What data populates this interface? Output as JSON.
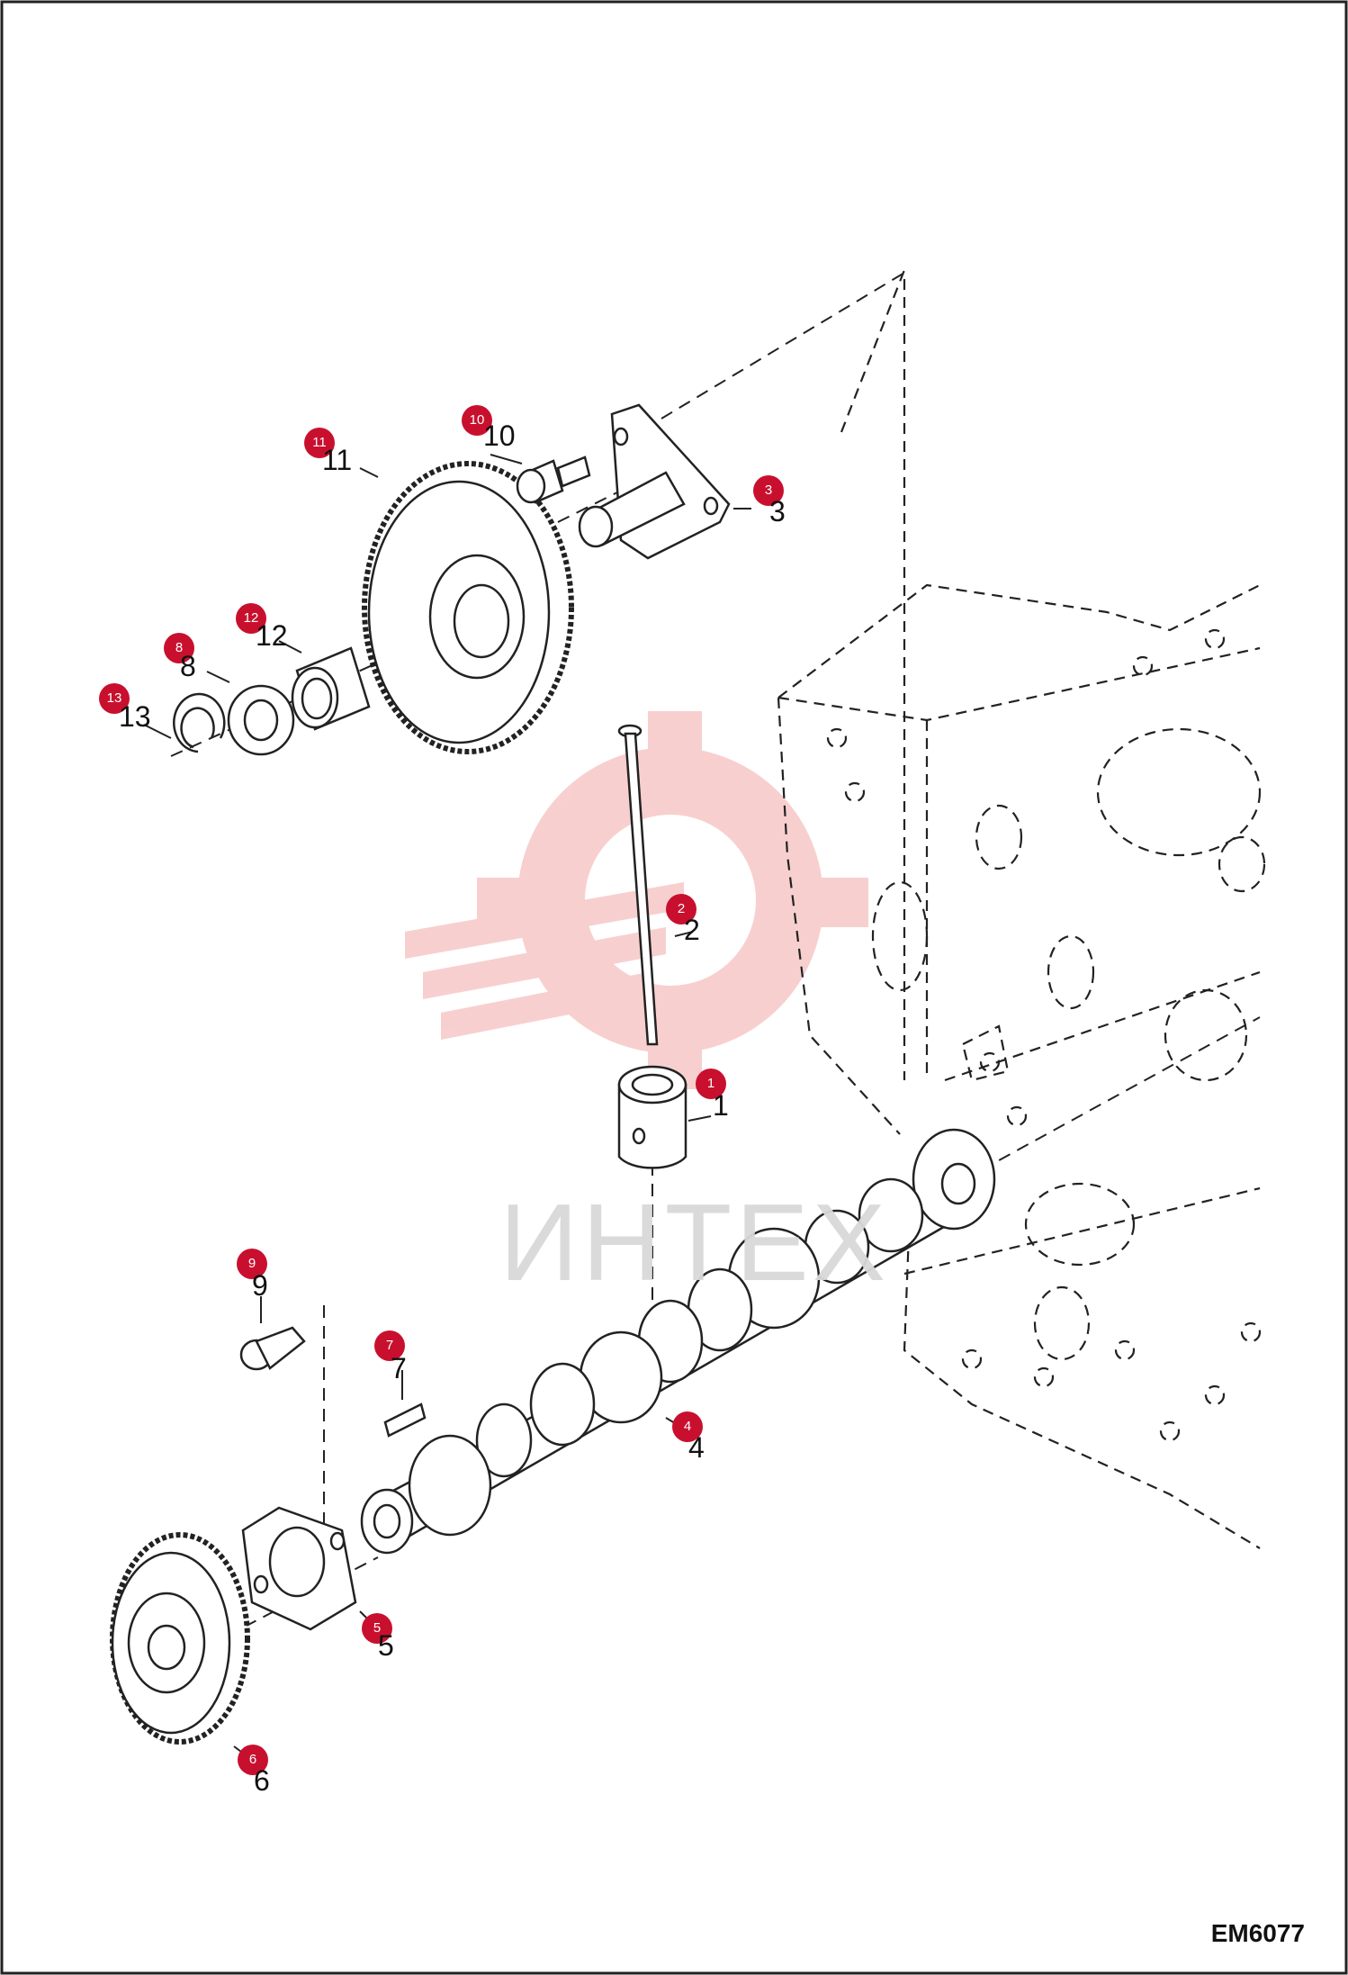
{
  "drawing": {
    "code": "EM6077",
    "watermark_text": "ИНТЕХ",
    "watermark_color": "#f3a9a9",
    "callout_color": "#c8102e"
  },
  "parts": [
    {
      "callout": "1",
      "number": "1"
    },
    {
      "callout": "2",
      "number": "2"
    },
    {
      "callout": "3",
      "number": "3"
    },
    {
      "callout": "4",
      "number": "4"
    },
    {
      "callout": "5",
      "number": "5"
    },
    {
      "callout": "6",
      "number": "6"
    },
    {
      "callout": "7",
      "number": "7"
    },
    {
      "callout": "8",
      "number": "8"
    },
    {
      "callout": "9",
      "number": "9"
    },
    {
      "callout": "10",
      "number": "10"
    },
    {
      "callout": "11",
      "number": "11"
    },
    {
      "callout": "12",
      "number": "12"
    },
    {
      "callout": "13",
      "number": "13"
    }
  ]
}
